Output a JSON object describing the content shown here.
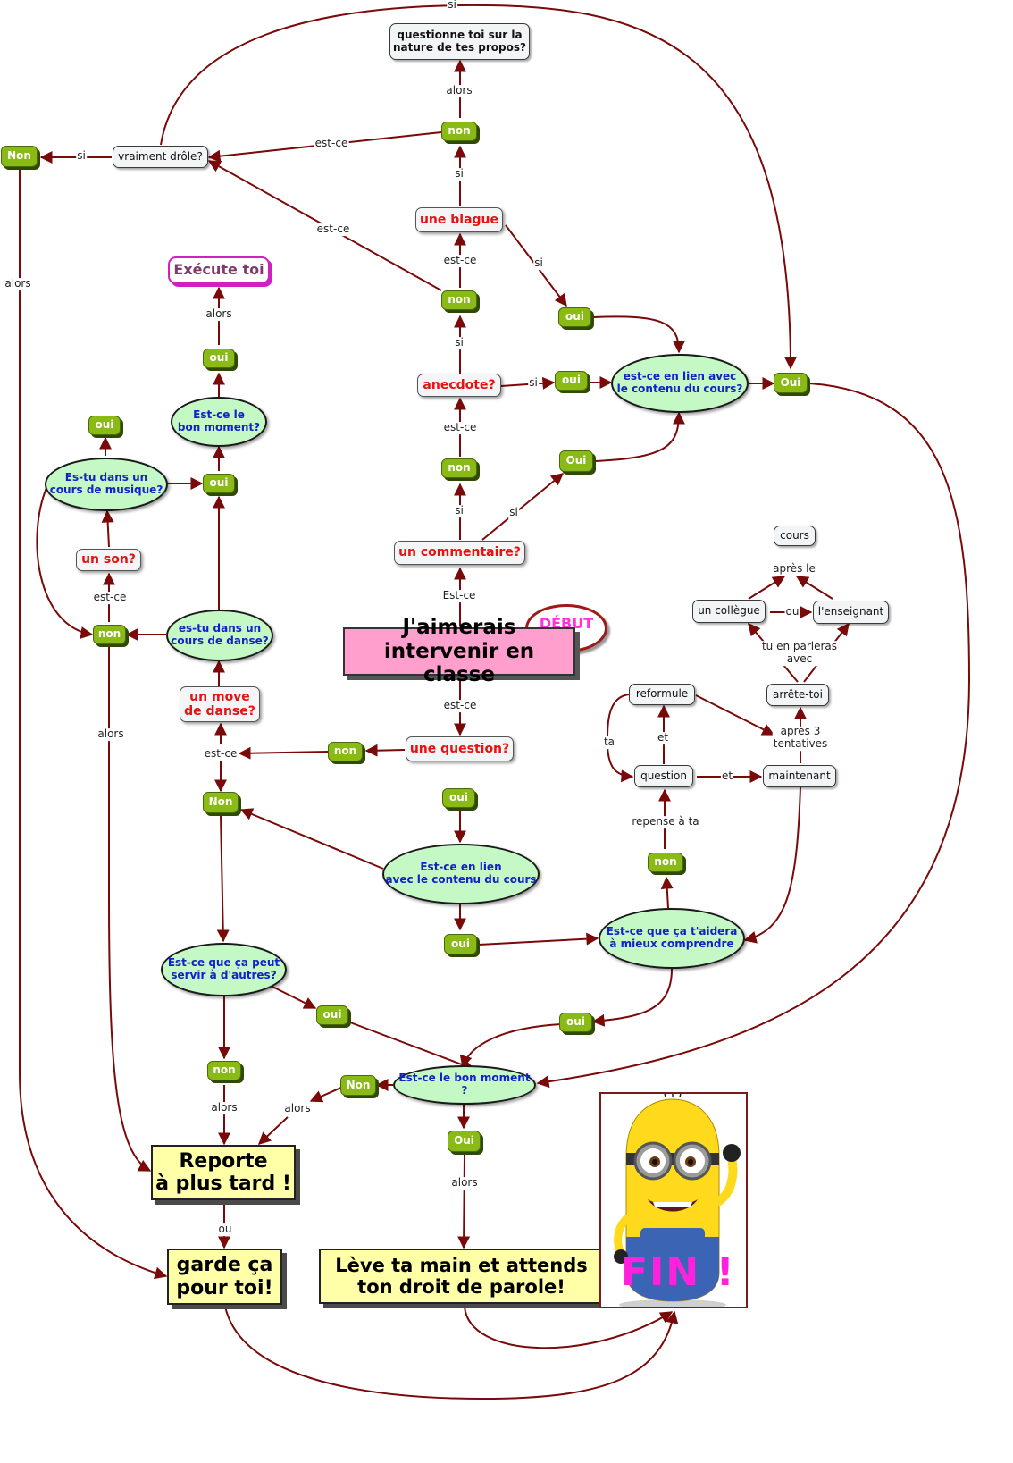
{
  "nodes": {
    "debut": "DÉBUT",
    "start": "J'aimerais\nintervenir en classe",
    "commentaire": "un commentaire?",
    "anecdote": "anecdote?",
    "blague": "une blague",
    "non_commentaire": "non",
    "non_anecdote": "non",
    "non_blague": "non",
    "questionne": "questionne toi sur la\nnature de tes propos?",
    "vraiment": "vraiment drôle?",
    "non_left": "Non",
    "oui_blague": "oui",
    "oui_anecdote": "oui",
    "oui_commentaire": "Oui",
    "lien_cours": "est-ce en lien avec\nle contenu du cours?",
    "oui_lien": "Oui",
    "question": "une question?",
    "non_question": "non",
    "oui_question": "oui",
    "lien_contenu": "Est-ce en lien\navec le contenu du cours",
    "oui_contenu": "oui",
    "aidera": "Est-ce que ça t'aidera\nà mieux comprendre",
    "non_aidera": "non",
    "oui_aidera": "oui",
    "question_small": "question",
    "reformule": "reformule",
    "maintenant": "maintenant",
    "arrete": "arrête-toi",
    "collegue": "un collègue",
    "enseignant": "l'enseignant",
    "cours": "cours",
    "non_est": "Non",
    "move": "un move\nde danse?",
    "danse": "es-tu dans un\ncours de danse?",
    "non_danse": "non",
    "son": "un son?",
    "musique": "Es-tu dans un\ncours de musique?",
    "oui_musique": "oui",
    "oui_mid": "oui",
    "bon_moment_top": "Est-ce le\nbon moment?",
    "oui_bon": "oui",
    "execute": "Exécute toi",
    "servir": "Est-ce que ça peut\nservir à d'autres?",
    "oui_servir": "oui",
    "non_servir": "non",
    "bon_moment": "Est-ce le bon moment ?",
    "non_bon": "Non",
    "oui_bonm": "Oui",
    "reporte": "Reporte\nà plus tard !",
    "garde": "garde ça\npour toi!",
    "leve": "Lève ta main et attends\nton droit de parole!",
    "fin": "FIN !"
  },
  "labels": {
    "si_top": "si",
    "alors_q": "alors",
    "estce_v": "est-ce",
    "si_non": "si",
    "si_blague": "si",
    "estce_blague": "est-ce",
    "si_anec": "si",
    "estce_anec": "est-ce",
    "si_comm": "si",
    "estce_start": "Est-ce",
    "si_anec_oui": "si",
    "si_comm_oui": "si",
    "si_blague_oui": "si",
    "estce_nonb": "est-ce",
    "alors_left": "alors",
    "alors_exec": "alors",
    "estce_son": "est-ce",
    "alors_nd": "alors",
    "estce_q": "est-ce",
    "estce_move": "est-ce",
    "repense": "repense à ta",
    "et1": "et",
    "et2": "et",
    "ta": "ta",
    "apres3": "après 3\ntentatives",
    "tu_parleras": "tu en parleras\navec",
    "ou_coll": "ou",
    "apres_le": "après le",
    "alors_ns": "alors",
    "alors_nb": "alors",
    "alors_ob": "alors",
    "ou_rep": "ou"
  },
  "colors": {
    "edge": "#7a0a0a",
    "green_node": "#8aba15",
    "ellipse_fill": "#c4f8c4",
    "ellipse_text": "#1222c8",
    "red_text": "#e8110f",
    "yellow_fill": "#ffffa8",
    "pink_fill": "#ff9fce",
    "fin_text": "#ff22dd"
  },
  "icons": [
    "minion-illustration"
  ]
}
